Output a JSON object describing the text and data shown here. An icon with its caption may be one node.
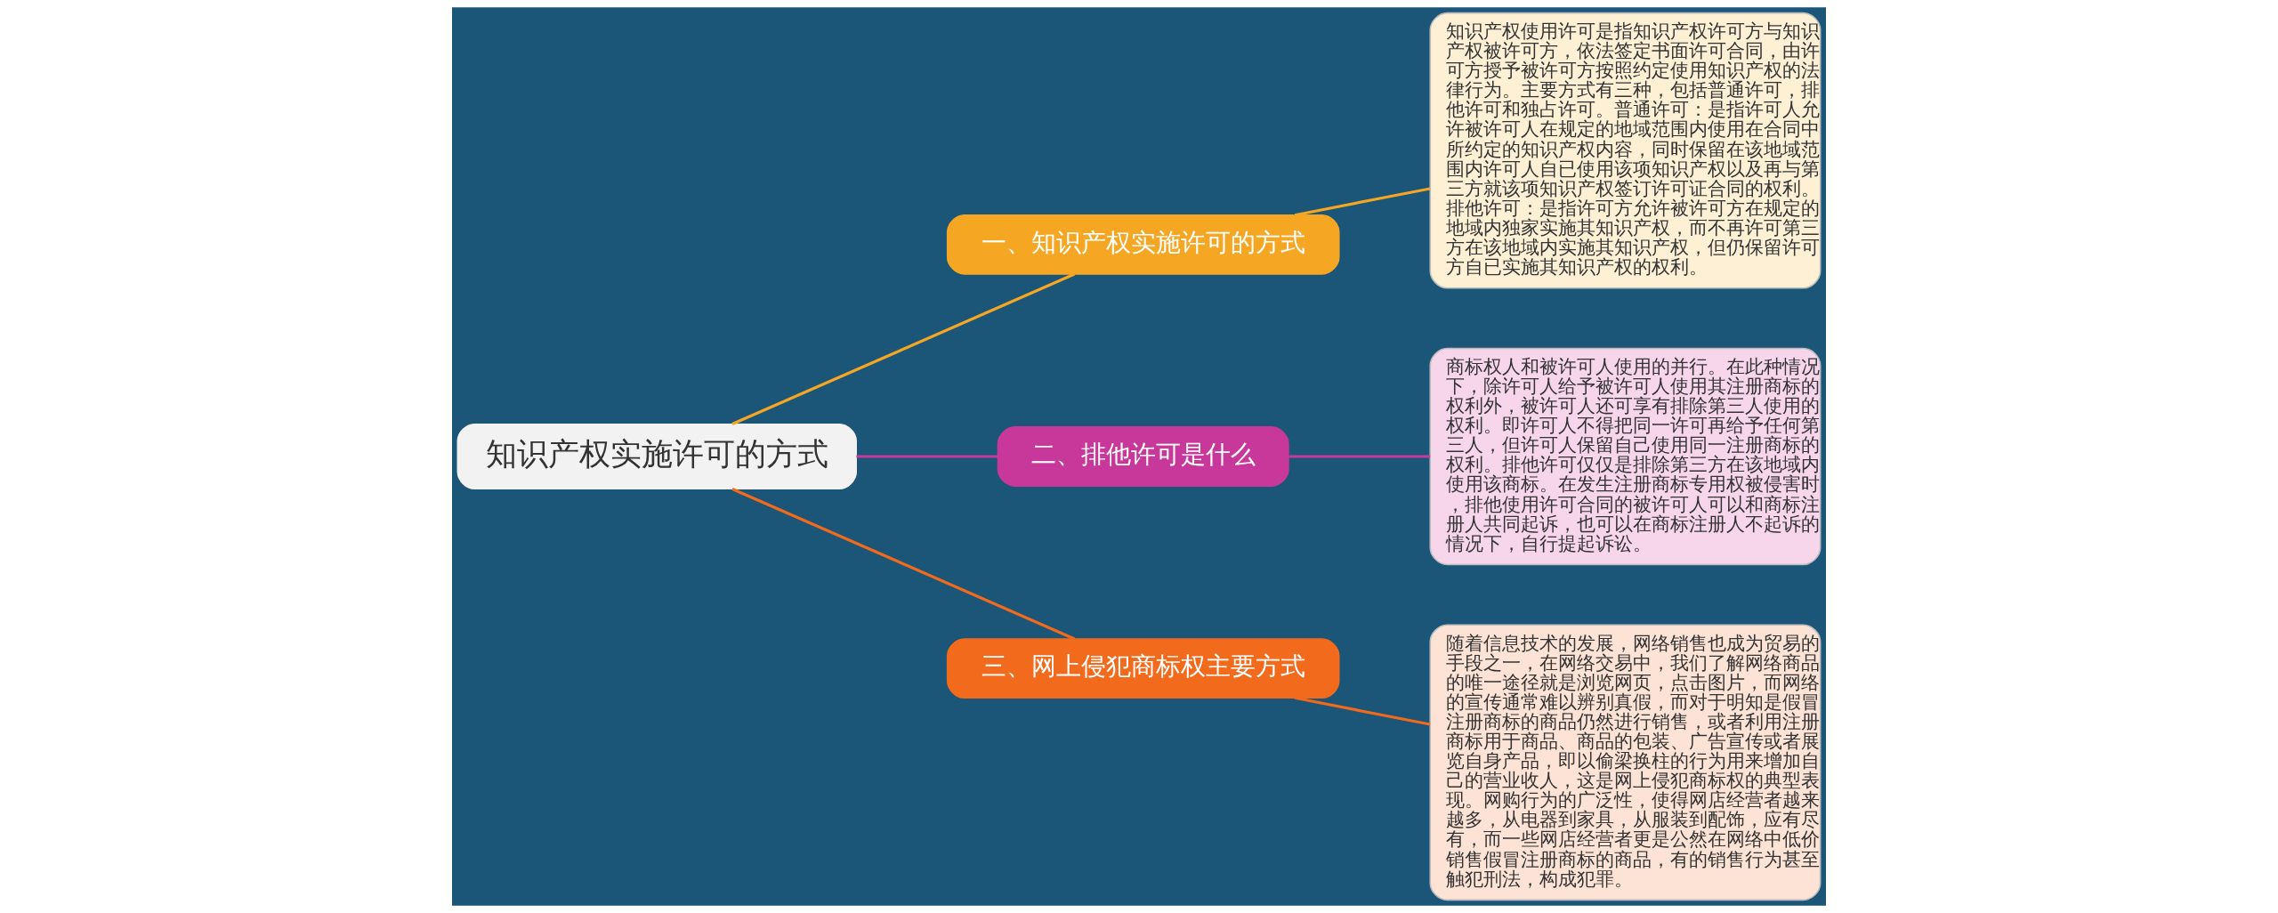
{
  "diagram": {
    "nodes": [
      {
        "text": [
          "知识产权实施许可的方式"
        ]
      },
      {
        "text": [
          "一、知识产权实施许可的方式"
        ]
      },
      {
        "text": [
          "知识产权使用许可是指知识产权许可方与知识产权被许可方，依法签定书面许可合同，由许可方授予被许可方按照约定使用知识产权的法律行为。主要方式有三种，包括普通许可，排他许可和独占许可。普通许可：是指许可人允许被许可人在规定的地域范围内使用在合同中所约定的知识产权内容，同时保留在该地域范围内许可人自已使用该项知识产权以及再与第三方就该项知识产权签订许可证合同的权利。排他许可：是指许可方允许被许可方在规定的地域内独家实施其知识产权，而不再许可第三方在该地域内实施其知识产权，但仍保留许可方自已实施其知识产权的权利。"
        ]
      },
      {
        "text": [
          "二、排他许可是什么"
        ]
      },
      {
        "text": [
          "商标权人和被许可人使用的并行。在此种情况下，除许可人给予被许可人使用其注册商标的权利外，被许可人还可享有排除第三人使用的权利。即许可人不得把同一许可再给予任何第三人，但许可人保留自己使用同一注册商标的权利。排他许可仅仅是排除第三方在该地域内使用该商标。在发生注册商标专用权被侵害时，排他使用许可合同的被许可人可以和商标注册人共同起诉，也可以在商标注册人不起诉的情况下，自行提起诉讼。"
        ]
      },
      {
        "text": [
          "三、网上侵犯商标权主要方式"
        ]
      },
      {
        "text": [
          "随着信息技术的发展，网络销售也成为贸易的手段之一，在网络交易中，我们了解网络商品的唯一途径就是浏览网页，点击图片，而网络的宣传通常难以辨别真假，而对于明知是假冒注册商标的商品仍然进行销售，或者利用注册商标用于商品、商品的包装、广告宣传或者展览自身产品，即以偷梁换柱的行为用来增加自己的营业收人，这是网上侵犯商标权的典型表现。网购行为的广泛性，使得网店经营者越来越多，从电器到家具，从服装到配饰，应有尽有，而一些网店经营者更是公然在网络中低价销售假冒注册商标的商品，有的销售行为甚至触犯刑法，构成犯罪。"
        ]
      }
    ],
    "edges": [
      {
        "from": 0,
        "to": 1,
        "arrow": "none",
        "color": "#f5a623"
      },
      {
        "from": 1,
        "to": 2,
        "arrow": "none",
        "color": "#f5a623"
      },
      {
        "from": 0,
        "to": 3,
        "arrow": "none",
        "color": "#c8389a"
      },
      {
        "from": 3,
        "to": 4,
        "arrow": "none",
        "color": "#c8389a"
      },
      {
        "from": 0,
        "to": 5,
        "arrow": "none",
        "color": "#f26a1b"
      },
      {
        "from": 5,
        "to": 6,
        "arrow": "none",
        "color": "#f26a1b"
      }
    ]
  }
}
